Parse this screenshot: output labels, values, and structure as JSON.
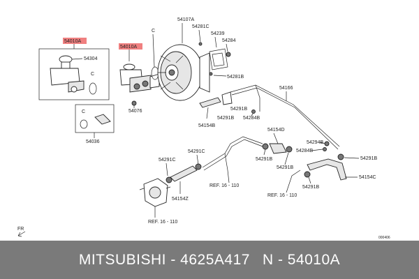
{
  "footer": {
    "brand_part": "MITSUBISHI - 4625A417",
    "ref_part": "N - 54010A"
  },
  "diagram": {
    "code": "000406",
    "fr": "FR",
    "labels": {
      "l54010A_1": "54010A",
      "l54010A_2": "54010A",
      "l54304": "54304",
      "lC1": "C",
      "lC2": "C",
      "lC3": "C",
      "l54076": "54076",
      "l54036": "54036",
      "l54107A": "54107A",
      "l54281C": "54281C",
      "l54239": "54239",
      "l54284": "54284",
      "l54281B": "54281B",
      "l54166": "54166",
      "l54291B_a": "54291B",
      "l54291B_b": "54291B",
      "l54284B": "54284B",
      "l54154B": "54154B",
      "l54154D": "54154D",
      "l54294B": "54294B",
      "l54284B_2": "54284B",
      "l54291B_c": "54291B",
      "l54291B_d": "54291B",
      "l54291B_e": "54291B",
      "l54291B_f": "54291B",
      "l54154C": "54154C",
      "l54291C_1": "54291C",
      "l54291C_2": "54291C",
      "l54154Z": "54154Z",
      "ref1": "REF. 16 - 110",
      "ref2": "REF. 16 - 110",
      "ref3": "REF. 16 - 110"
    }
  },
  "colors": {
    "highlight": "#f08080",
    "footer_bg": "#7a7a7a",
    "footer_text": "#ffffff"
  }
}
